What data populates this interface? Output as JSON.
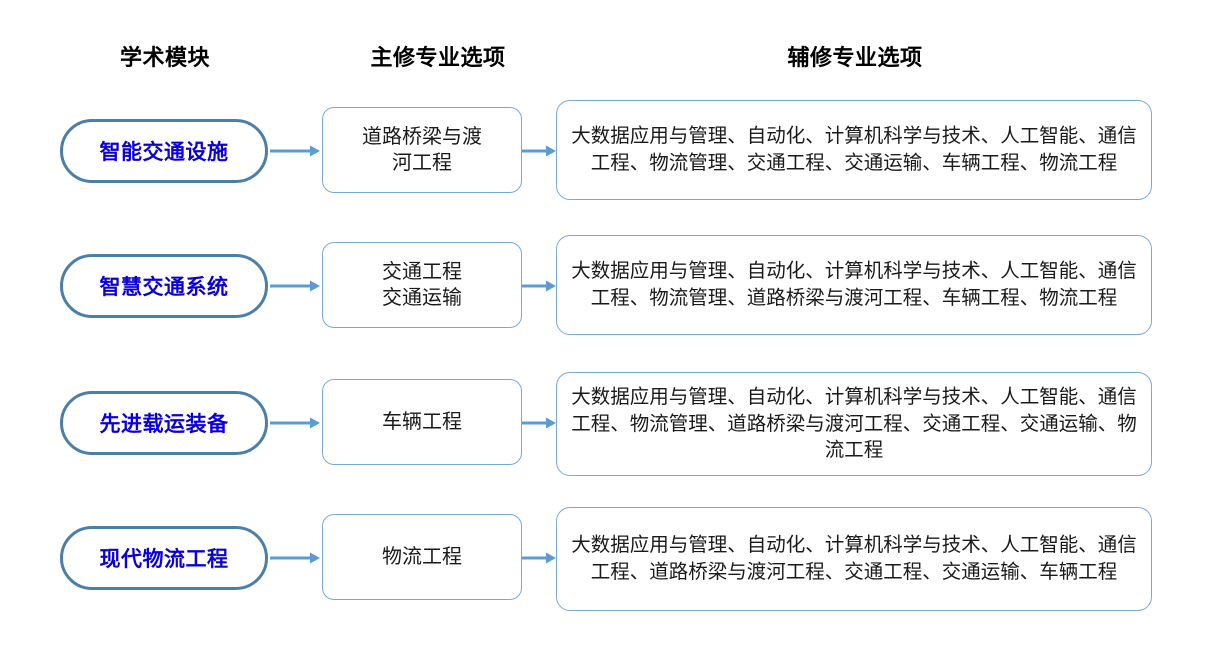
{
  "headers": {
    "module": "学术模块",
    "major": "主修专业选项",
    "minor": "辅修专业选项"
  },
  "colors": {
    "pill_border": "#4a7fa8",
    "pill_text": "#0c00d8",
    "box_border": "#7aa9d4",
    "arrow": "#5b9bd5",
    "text": "#1a1a1a",
    "background": "#ffffff"
  },
  "rows": [
    {
      "module": "智能交通设施",
      "major": "道路桥梁与渡\n河工程",
      "minor": "大数据应用与管理、自动化、计算机科学与技术、人工智能、通信工程、物流管理、交通工程、交通运输、车辆工程、物流工程"
    },
    {
      "module": "智慧交通系统",
      "major": "交通工程\n交通运输",
      "minor": "大数据应用与管理、自动化、计算机科学与技术、人工智能、通信工程、物流管理、道路桥梁与渡河工程、车辆工程、物流工程"
    },
    {
      "module": "先进载运装备",
      "major": "车辆工程",
      "minor": "大数据应用与管理、自动化、计算机科学与技术、人工智能、通信工程、物流管理、道路桥梁与渡河工程、交通工程、交通运输、物流工程"
    },
    {
      "module": "现代物流工程",
      "major": "物流工程",
      "minor": "大数据应用与管理、自动化、计算机科学与技术、人工智能、通信工程、道路桥梁与渡河工程、交通工程、交通运输、车辆工程"
    }
  ]
}
